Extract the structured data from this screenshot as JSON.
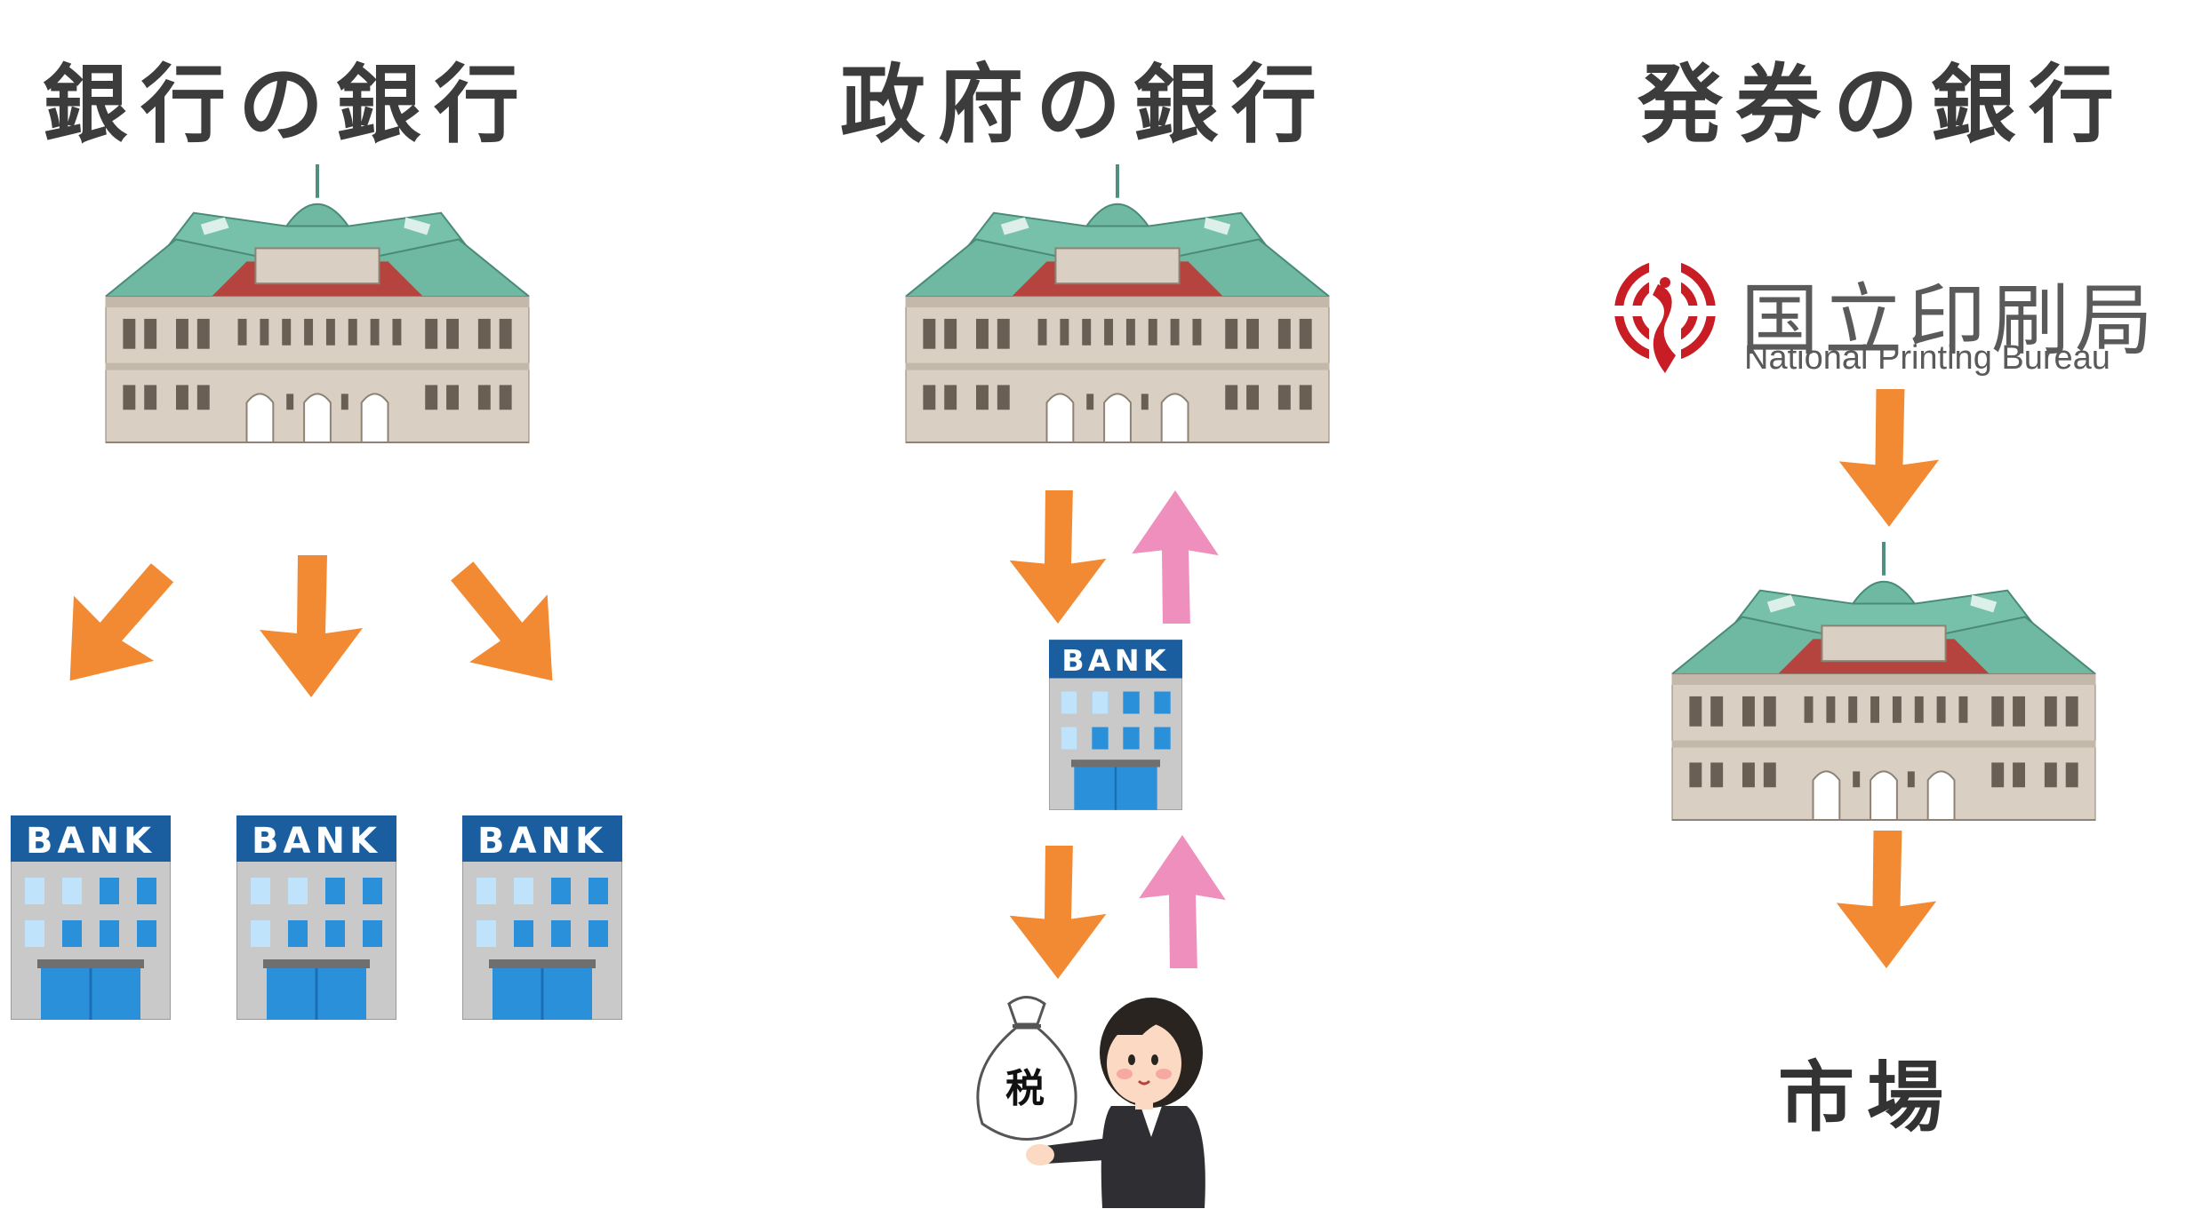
{
  "titles": {
    "left": "銀行の銀行",
    "center": "政府の銀行",
    "right": "発券の銀行"
  },
  "bank_sign": "BANK",
  "tax_label": "税",
  "printing_bureau": {
    "name_ja": "国立印刷局",
    "name_en": "National Printing Bureau"
  },
  "market_label": "市場",
  "colors": {
    "arrow_down": "#f28a34",
    "arrow_up": "#ee8fbd",
    "roof": "#6fb8a1",
    "bank_sign": "#1a5e9f"
  }
}
